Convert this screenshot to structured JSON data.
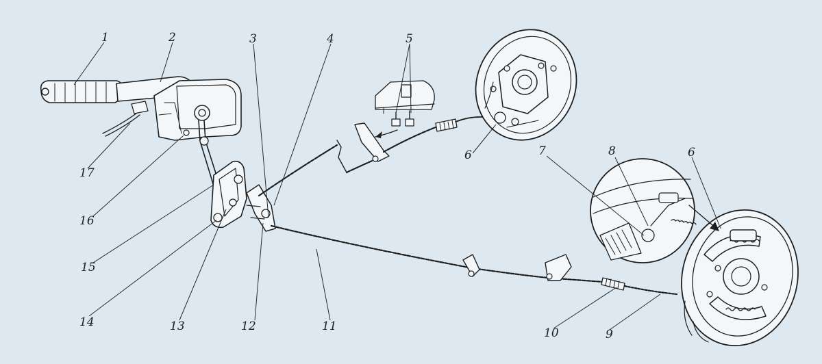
{
  "labels": {
    "l1": "1",
    "l2": "2",
    "l3": "3",
    "l4": "4",
    "l5": "5",
    "l6a": "6",
    "l6b": "6",
    "l7": "7",
    "l8": "8",
    "l9": "9",
    "l10": "10",
    "l11": "11",
    "l12": "12",
    "l13": "13",
    "l14": "14",
    "l15": "15",
    "l16": "16",
    "l17": "17"
  },
  "colors": {
    "background": "#dde8f0",
    "ink": "#1e1e1e",
    "part_fill": "#f4f7f9"
  }
}
